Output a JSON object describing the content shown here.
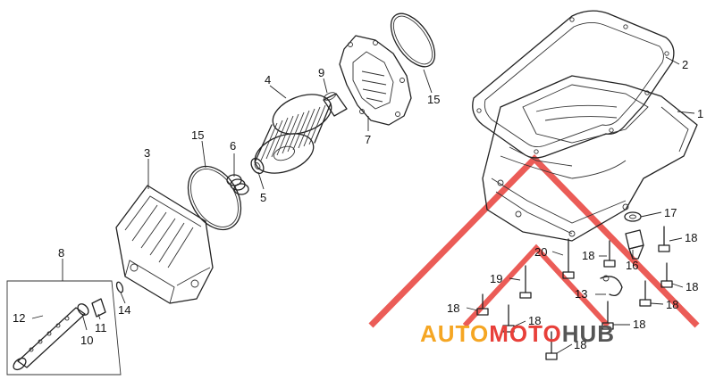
{
  "callouts": {
    "c1": "1",
    "c2": "2",
    "c3": "3",
    "c4": "4",
    "c5": "5",
    "c6": "6",
    "c7": "7",
    "c8": "8",
    "c9": "9",
    "c10": "10",
    "c11": "11",
    "c12": "12",
    "c13": "13",
    "c14": "14",
    "c15a": "15",
    "c15b": "15",
    "c16": "16",
    "c17": "17",
    "c18a": "18",
    "c18b": "18",
    "c18c": "18",
    "c18d": "18",
    "c18e": "18",
    "c18f": "18",
    "c18g": "18",
    "c18h": "18",
    "c19": "19",
    "c20": "20"
  },
  "watermark": {
    "auto": "AUTO",
    "moto": "MOTO",
    "hub": "HUB",
    "colors": {
      "red": "#e8403a",
      "orange": "#f5a623",
      "gray": "#555555"
    }
  }
}
